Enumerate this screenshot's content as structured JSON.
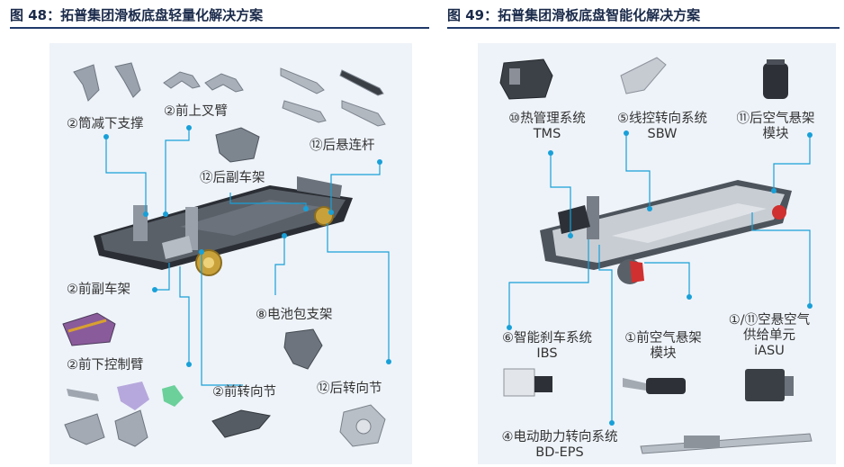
{
  "figures": [
    {
      "title": "图 48：拓普集团滑板底盘轻量化解决方案"
    },
    {
      "title": "图 49：拓普集团滑板底盘智能化解决方案"
    }
  ],
  "left_labels": {
    "rear_lower_strut": "②筒减下支撑",
    "front_upper_arm": "②前上叉臂",
    "rear_link": "⑫后悬连杆",
    "rear_subframe": "⑫后副车架",
    "front_subframe": "②前副车架",
    "battery_bracket": "⑧电池包支架",
    "front_lower_arm": "②前下控制臂",
    "front_knuckle": "②前转向节",
    "rear_knuckle": "⑫后转向节"
  },
  "right_labels": {
    "tms": [
      "⑩热管理系统",
      "TMS"
    ],
    "sbw": [
      "⑤线控转向系统",
      "SBW"
    ],
    "rear_air": [
      "⑪后空气悬架",
      "模块"
    ],
    "ibs": [
      "⑥智能刹车系统",
      "IBS"
    ],
    "front_air": [
      "①前空气悬架",
      "模块"
    ],
    "iasu": [
      "①/⑪空悬空气",
      "供给单元",
      "iASU"
    ],
    "eps": [
      "④电动助力转向系统",
      "BD-EPS"
    ]
  },
  "colors": {
    "accent": "#18a0d8",
    "panel": "#eef3f9",
    "rule": "#1f3a6a",
    "brake": "#d03030",
    "gold": "#c9a13a"
  }
}
